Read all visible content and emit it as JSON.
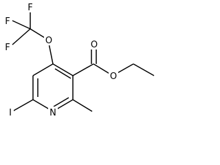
{
  "atoms": {
    "F1": "F",
    "F2": "F",
    "F3": "F",
    "O_ether": "O",
    "O_carbonyl": "O",
    "O_ester": "O",
    "N_ring": "N",
    "I": "I"
  }
}
